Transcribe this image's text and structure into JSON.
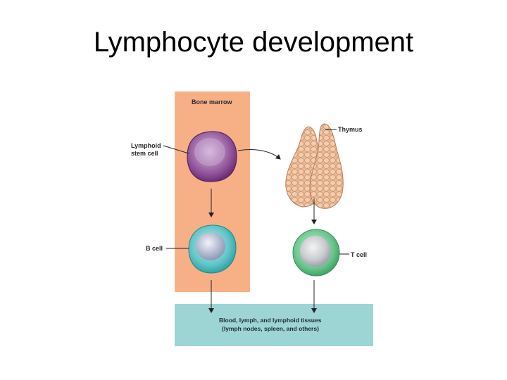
{
  "slide": {
    "title": "Lymphocyte development"
  },
  "diagram": {
    "bone_marrow_label": "Bone marrow",
    "thymus_label": "Thymus",
    "lymphoid_stem_cell_label": [
      "Lymphoid",
      "stem cell"
    ],
    "b_cell_label": "B cell",
    "t_cell_label": "T cell",
    "tissues_label": [
      "Blood, lymph, and lymphoid tissues",
      "(lymph nodes, spleen, and others)"
    ]
  },
  "colors": {
    "bone_marrow_panel": "#f7b086",
    "tissue_panel": "#9dd5d5",
    "stem_cell": "#8f4f96",
    "b_cell": "#5ec4c6",
    "t_cell": "#67c48c",
    "thymus": "#e8b48c"
  }
}
